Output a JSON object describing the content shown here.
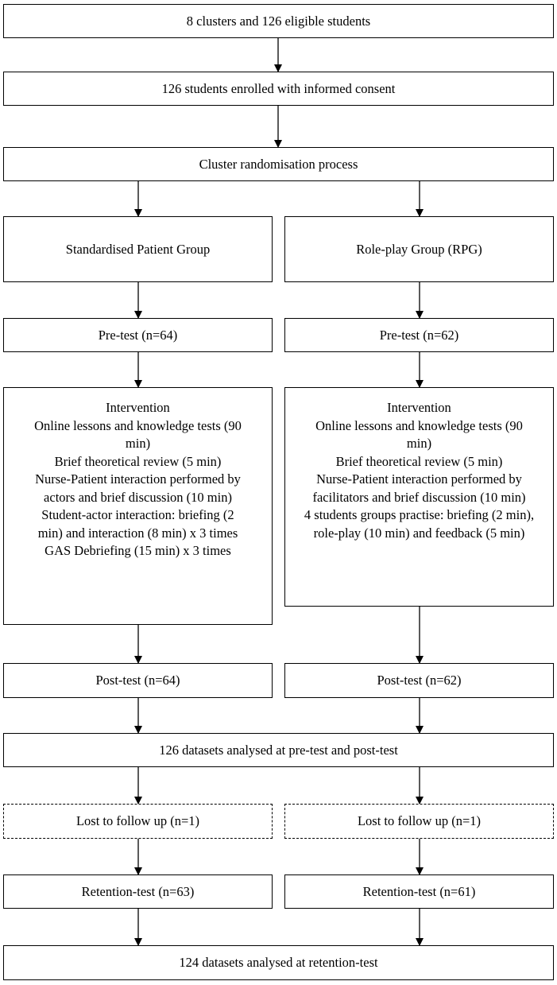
{
  "flow": {
    "enrolment": "8 clusters and 126 eligible students",
    "consent": "126 students enrolled with informed consent",
    "randomisation": "Cluster randomisation process",
    "combined_analysis": "126 datasets analysed at pre-test and post-test",
    "final_analysis": "124 datasets analysed at retention-test"
  },
  "sp_group": {
    "title": "Standardised Patient Group",
    "pretest": "Pre-test (n=64)",
    "intervention": [
      "Intervention",
      "Online lessons and knowledge tests (90",
      "min)",
      "Brief theoretical review (5 min)",
      "Nurse-Patient interaction performed by",
      "actors and brief discussion (10 min)",
      "Student-actor interaction: briefing (2",
      "min) and interaction (8 min) x 3 times",
      "GAS Debriefing (15 min) x 3 times"
    ],
    "posttest": "Post-test (n=64)",
    "lost": "Lost to follow up (n=1)",
    "retention": "Retention-test (n=63)"
  },
  "rp_group": {
    "title": "Role-play Group (RPG)",
    "pretest": "Pre-test (n=62)",
    "intervention": [
      "Intervention",
      "Online lessons and knowledge tests (90",
      "min)",
      "Brief theoretical review (5 min)",
      "Nurse-Patient interaction performed by",
      "facilitators and brief discussion (10 min)",
      "4 students groups practise: briefing (2 min),",
      "role-play (10 min) and feedback (5 min)"
    ],
    "posttest": "Post-test (n=62)",
    "lost": "Lost to follow up (n=1)",
    "retention": "Retention-test (n=61)"
  }
}
